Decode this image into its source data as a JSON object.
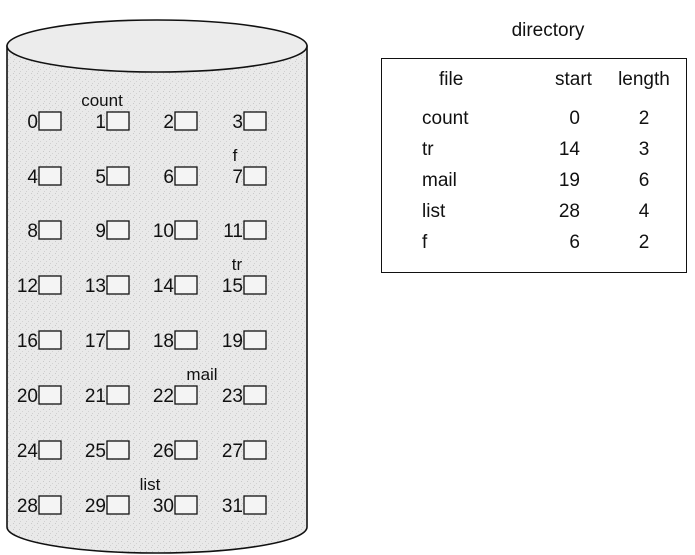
{
  "disk": {
    "blocks": [
      "0",
      "1",
      "2",
      "3",
      "4",
      "5",
      "6",
      "7",
      "8",
      "9",
      "10",
      "11",
      "12",
      "13",
      "14",
      "15",
      "16",
      "17",
      "18",
      "19",
      "20",
      "21",
      "22",
      "23",
      "24",
      "25",
      "26",
      "27",
      "28",
      "29",
      "30",
      "31"
    ],
    "file_labels": [
      {
        "text": "count",
        "row": 0
      },
      {
        "text": "f",
        "row": 1
      },
      {
        "text": "tr",
        "row": 3
      },
      {
        "text": "mail",
        "row": 5
      },
      {
        "text": "list",
        "row": 7
      }
    ]
  },
  "directory": {
    "title": "directory",
    "headers": {
      "file": "file",
      "start": "start",
      "length": "length"
    },
    "rows": [
      {
        "file": "count",
        "start": "0",
        "length": "2"
      },
      {
        "file": "tr",
        "start": "14",
        "length": "3"
      },
      {
        "file": "mail",
        "start": "19",
        "length": "6"
      },
      {
        "file": "list",
        "start": "28",
        "length": "4"
      },
      {
        "file": "f",
        "start": "6",
        "length": "2"
      }
    ]
  }
}
